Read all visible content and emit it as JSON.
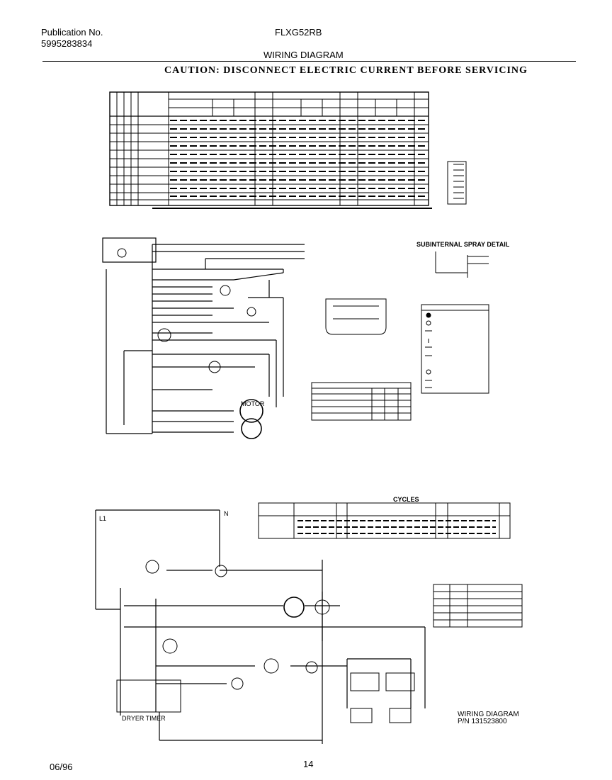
{
  "header": {
    "publication_label": "Publication No.",
    "publication_number": "5995283834",
    "model": "FLXG52RB",
    "title": "WIRING DIAGRAM",
    "caution": "CAUTION: DISCONNECT ELECTRIC CURRENT BEFORE SERVICING"
  },
  "diagram": {
    "schematic_label": "SUBINTERNAL SPRAY DETAIL",
    "cycles_label": "CYCLES",
    "wiring_label_line1": "WIRING DIAGRAM",
    "wiring_label_line2": "P/N 131523800",
    "timer_label": "DRYER TIMER",
    "motor_label": "MOTOR",
    "l1_label": "L1",
    "n_label": "N"
  },
  "footer": {
    "date": "06/96",
    "page": "14"
  }
}
